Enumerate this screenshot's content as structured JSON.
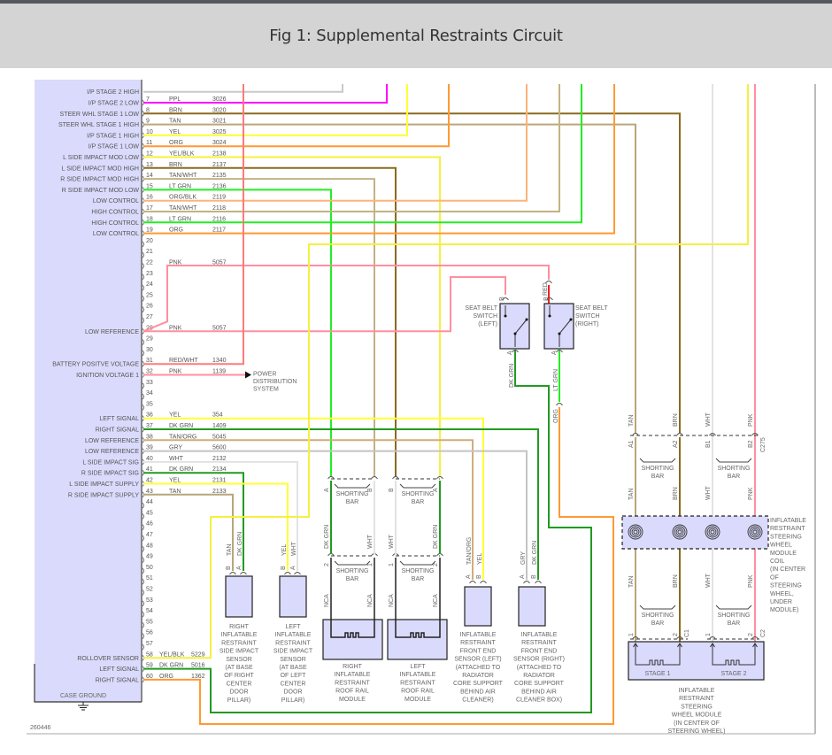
{
  "title": "Fig 1: Supplemental Restraints Circuit",
  "figure_number": "260446",
  "wire_colors": {
    "GRAY": "#c8c8c8",
    "PPL": "#ff00ff",
    "BRN": "#8b6a1e",
    "TAN": "#b9a679",
    "YEL": "#ffff33",
    "ORG": "#ff9933",
    "YEL/BLK": "#f5f040",
    "TAN/WHT": "#c2b284",
    "LT GRN": "#22ee22",
    "ORG/BLK": "#ffb27a",
    "PNK": "#ff8fa0",
    "RED/WHT": "#ff7a7a",
    "DK GRN": "#229a22",
    "TAN/ORG": "#cfae7c",
    "GRY": "#c4c4c4",
    "WHT": "#e2e2e2",
    "RED": "#ee2020",
    "NCA": "#222222"
  },
  "module": {
    "fill": "#dadafc",
    "case_ground": "CASE GROUND",
    "pins": [
      {
        "pin": "",
        "label": "I/P STAGE 2 HIGH",
        "color": "",
        "circuit": ""
      },
      {
        "pin": "7",
        "label": "I/P STAGE 2 LOW",
        "color": "PPL",
        "circuit": "3026"
      },
      {
        "pin": "8",
        "label": "STEER WHL STAGE 1 LOW",
        "color": "BRN",
        "circuit": "3020"
      },
      {
        "pin": "9",
        "label": "STEER WHL STAGE 1 HIGH",
        "color": "TAN",
        "circuit": "3021"
      },
      {
        "pin": "10",
        "label": "I/P STAGE 1 HIGH",
        "color": "YEL",
        "circuit": "3025"
      },
      {
        "pin": "11",
        "label": "I/P STAGE 1 LOW",
        "color": "ORG",
        "circuit": "3024"
      },
      {
        "pin": "12",
        "label": "L SIDE IMPACT MOD LOW",
        "color": "YEL/BLK",
        "circuit": "2138"
      },
      {
        "pin": "13",
        "label": "L SIDE IMPACT MOD HIGH",
        "color": "BRN",
        "circuit": "2137"
      },
      {
        "pin": "14",
        "label": "R SIDE IMPACT MOD HIGH",
        "color": "TAN/WHT",
        "circuit": "2135"
      },
      {
        "pin": "15",
        "label": "R SIDE IMPACT MOD LOW",
        "color": "LT GRN",
        "circuit": "2136"
      },
      {
        "pin": "16",
        "label": "LOW CONTROL",
        "color": "ORG/BLK",
        "circuit": "2119"
      },
      {
        "pin": "17",
        "label": "HIGH CONTROL",
        "color": "TAN/WHT",
        "circuit": "2118"
      },
      {
        "pin": "18",
        "label": "HIGH CONTROL",
        "color": "LT GRN",
        "circuit": "2116"
      },
      {
        "pin": "19",
        "label": "LOW CONTROL",
        "color": "ORG",
        "circuit": "2117"
      },
      {
        "pin": "20",
        "label": "",
        "color": "",
        "circuit": ""
      },
      {
        "pin": "21",
        "label": "",
        "color": "",
        "circuit": ""
      },
      {
        "pin": "22",
        "label": "",
        "color": "PNK",
        "circuit": "5057"
      },
      {
        "pin": "23",
        "label": "",
        "color": "",
        "circuit": ""
      },
      {
        "pin": "24",
        "label": "",
        "color": "",
        "circuit": ""
      },
      {
        "pin": "25",
        "label": "",
        "color": "",
        "circuit": ""
      },
      {
        "pin": "26",
        "label": "",
        "color": "",
        "circuit": ""
      },
      {
        "pin": "27",
        "label": "",
        "color": "",
        "circuit": ""
      },
      {
        "pin": "28",
        "label": "LOW REFERENCE",
        "color": "PNK",
        "circuit": "5057"
      },
      {
        "pin": "29",
        "label": "",
        "color": "",
        "circuit": ""
      },
      {
        "pin": "30",
        "label": "",
        "color": "",
        "circuit": ""
      },
      {
        "pin": "31",
        "label": "BATTERY POSITVE VOLTAGE",
        "color": "RED/WHT",
        "circuit": "1340"
      },
      {
        "pin": "32",
        "label": "IGNITION VOLTAGE 1",
        "color": "PNK",
        "circuit": "1139"
      },
      {
        "pin": "33",
        "label": "",
        "color": "",
        "circuit": ""
      },
      {
        "pin": "34",
        "label": "",
        "color": "",
        "circuit": ""
      },
      {
        "pin": "35",
        "label": "",
        "color": "",
        "circuit": ""
      },
      {
        "pin": "36",
        "label": "LEFT SIGNAL",
        "color": "YEL",
        "circuit": "354"
      },
      {
        "pin": "37",
        "label": "RIGHT SIGNAL",
        "color": "DK GRN",
        "circuit": "1409"
      },
      {
        "pin": "38",
        "label": "LOW REFERENCE",
        "color": "TAN/ORG",
        "circuit": "5045"
      },
      {
        "pin": "39",
        "label": "LOW REFERENCE",
        "color": "GRY",
        "circuit": "5600"
      },
      {
        "pin": "40",
        "label": "L SIDE IMPACT SIG",
        "color": "WHT",
        "circuit": "2132"
      },
      {
        "pin": "41",
        "label": "R SIDE IMPACT SIG",
        "color": "DK GRN",
        "circuit": "2134"
      },
      {
        "pin": "42",
        "label": "L SIDE IMPACT SUPPLY",
        "color": "YEL",
        "circuit": "2131"
      },
      {
        "pin": "43",
        "label": "R SIDE IMPACT SUPPLY",
        "color": "TAN",
        "circuit": "2133"
      },
      {
        "pin": "44",
        "label": "",
        "color": "",
        "circuit": ""
      },
      {
        "pin": "45",
        "label": "",
        "color": "",
        "circuit": ""
      },
      {
        "pin": "46",
        "label": "",
        "color": "",
        "circuit": ""
      },
      {
        "pin": "47",
        "label": "",
        "color": "",
        "circuit": ""
      },
      {
        "pin": "48",
        "label": "",
        "color": "",
        "circuit": ""
      },
      {
        "pin": "49",
        "label": "",
        "color": "",
        "circuit": ""
      },
      {
        "pin": "50",
        "label": "",
        "color": "",
        "circuit": ""
      },
      {
        "pin": "51",
        "label": "",
        "color": "",
        "circuit": ""
      },
      {
        "pin": "52",
        "label": "",
        "color": "",
        "circuit": ""
      },
      {
        "pin": "53",
        "label": "",
        "color": "",
        "circuit": ""
      },
      {
        "pin": "54",
        "label": "",
        "color": "",
        "circuit": ""
      },
      {
        "pin": "55",
        "label": "",
        "color": "",
        "circuit": ""
      },
      {
        "pin": "56",
        "label": "",
        "color": "",
        "circuit": ""
      },
      {
        "pin": "57",
        "label": "",
        "color": "",
        "circuit": ""
      },
      {
        "pin": "58",
        "label": "ROLLOVER SENSOR",
        "color": "YEL/BLK",
        "circuit": "5229"
      },
      {
        "pin": "59",
        "label": "LEFT SIGNAL",
        "color": "DK GRN",
        "circuit": "5016"
      },
      {
        "pin": "60",
        "label": "RIGHT SIGNAL",
        "color": "ORG",
        "circuit": "1362"
      }
    ]
  },
  "power_distribution": {
    "label": [
      "POWER",
      "DISTRIBUTION",
      "SYSTEM"
    ]
  },
  "components": {
    "shorting_bar": [
      "SHORTING",
      "BAR"
    ],
    "right_side_sensor": {
      "label": [
        "RIGHT",
        "INFLATABLE",
        "RESTRAINT",
        "SIDE IMPACT",
        "SENSOR",
        "(AT BASE",
        "OF RIGHT",
        "CENTER",
        "DOOR",
        "PILLAR)"
      ],
      "pins": [
        "B",
        "A"
      ],
      "wires": [
        "TAN",
        "DK GRN"
      ]
    },
    "left_side_sensor": {
      "label": [
        "LEFT",
        "INFLATABLE",
        "RESTRAINT",
        "SIDE IMPACT",
        "SENSOR",
        "(AT BASE",
        "OF LEFT",
        "CENTER",
        "DOOR",
        "PILLAR)"
      ],
      "pins": [
        "B",
        "A"
      ],
      "wires": [
        "YEL",
        "WHT"
      ]
    },
    "right_roof_rail": {
      "label": [
        "RIGHT",
        "INFLATABLE",
        "RESTRAINT",
        "ROOF RAIL",
        "MODULE"
      ],
      "pins_top": [
        "A",
        "B"
      ],
      "wires_mid": [
        "DK GRN",
        "WHT"
      ],
      "pins_bottom": [
        "2",
        "1"
      ],
      "wires_bottom": [
        "NCA",
        "NCA"
      ]
    },
    "left_roof_rail": {
      "label": [
        "LEFT",
        "INFLATABLE",
        "RESTRAINT",
        "ROOF RAIL",
        "MODULE"
      ],
      "pins_top": [
        "B",
        "A"
      ],
      "wires_mid": [
        "WHT",
        "DK GRN"
      ],
      "pins_bottom": [
        "1",
        "2"
      ],
      "wires_bottom": [
        "NCA",
        "NCA"
      ]
    },
    "front_left_sensor": {
      "label": [
        "INFLATABLE",
        "RESTRAINT",
        "FRONT END",
        "SENSOR (LEFT)",
        "(ATTACHED TO",
        "RADIATOR",
        "CORE SUPPORT",
        "BEHIND AIR",
        "CLEANER)"
      ],
      "pins": [
        "A",
        "B"
      ],
      "wires": [
        "TAN/ORG",
        "YEL"
      ]
    },
    "front_right_sensor": {
      "label": [
        "INFLATABLE",
        "RESTRAINT",
        "FRONT END",
        "SENSOR (RIGHT)",
        "(ATTACHED TO",
        "RADIATOR",
        "CORE SUPPORT",
        "BEHIND AIR",
        "CLEANER BOX)"
      ],
      "pins": [
        "A",
        "B"
      ],
      "wires": [
        "GRY",
        "DK GRN"
      ]
    },
    "seat_belt_left": {
      "label": [
        "SEAT BELT",
        "SWITCH",
        "(LEFT)"
      ],
      "pins": [
        "B",
        "A"
      ],
      "wire_out": "DK GRN"
    },
    "seat_belt_right": {
      "label": [
        "SEAT BELT",
        "SWITCH",
        "(RIGHT)"
      ],
      "pins": [
        "B",
        "A"
      ],
      "wire_in": "RED",
      "wire_out": "LT GRN",
      "wire_down": "ORG"
    },
    "steering_connector": {
      "name": "C275",
      "pins": [
        "A1",
        "A2",
        "B1",
        "B2"
      ],
      "wires_top": [
        "TAN",
        "BRN",
        "WHT",
        "PNK"
      ],
      "wires_mid": [
        "TAN",
        "BRN",
        "WHT",
        "PNK"
      ],
      "wires_bottom": [
        "TAN",
        "BRN",
        "WHT",
        "PNK"
      ]
    },
    "steering_coil": {
      "label": [
        "INFLATABLE",
        "RESTRAINT",
        "STEERING",
        "WHEEL",
        "MODULE",
        "COIL",
        "(IN CENTER",
        "OF",
        "STEERING",
        "WHEEL,",
        "UNDER",
        "MODULE)"
      ]
    },
    "steering_module": {
      "connectors": [
        "C1",
        "C2"
      ],
      "pins": [
        "1",
        "2",
        "1",
        "2"
      ],
      "stages": [
        "STAGE 1",
        "STAGE 2"
      ],
      "label": [
        "INFLATABLE",
        "RESTRAINT",
        "STEERING",
        "WHEEL MODULE",
        "(IN CENTER OF",
        "STEERING WHEEL)"
      ]
    }
  }
}
